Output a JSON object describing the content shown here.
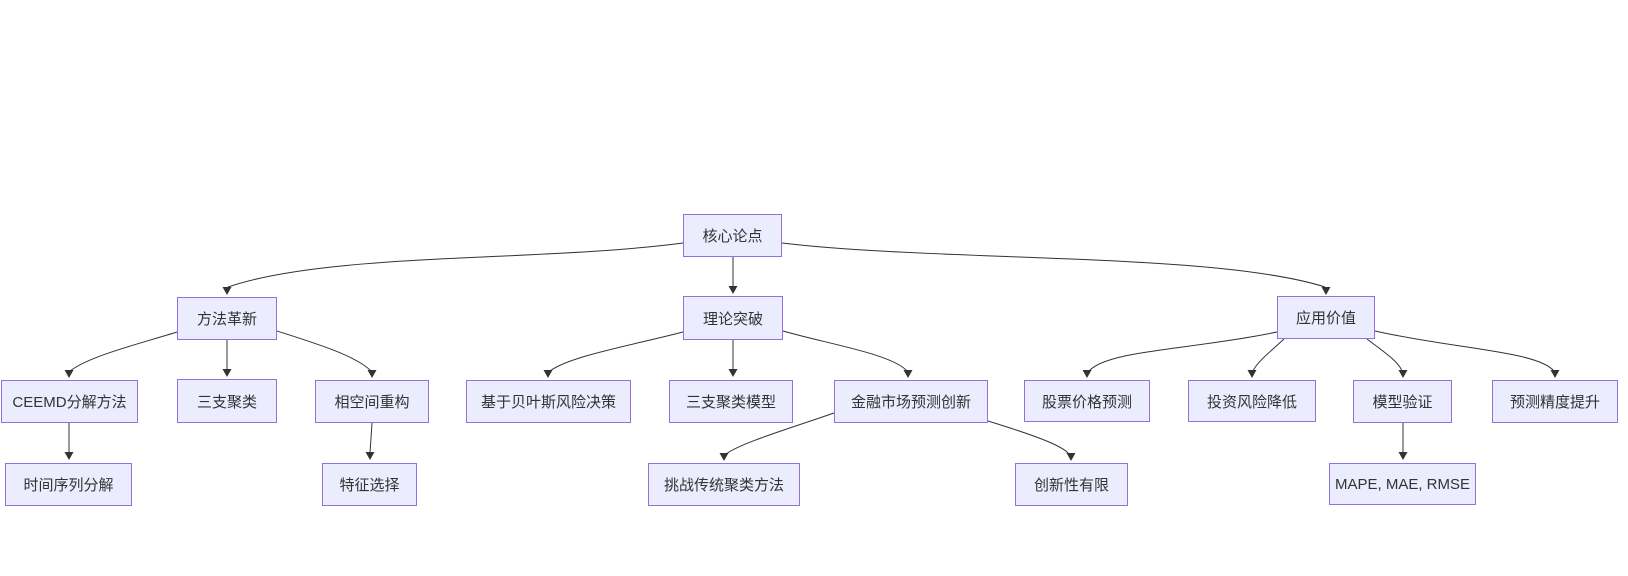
{
  "diagram": {
    "kind": "flowchart-top-down",
    "root": "核心论点",
    "nodes": {
      "core": {
        "label": "核心论点"
      },
      "method": {
        "label": "方法革新"
      },
      "theory": {
        "label": "理论突破"
      },
      "value": {
        "label": "应用价值"
      },
      "ceemd": {
        "label": "CEEMD分解方法"
      },
      "three_way": {
        "label": "三支聚类"
      },
      "phase": {
        "label": "相空间重构"
      },
      "bayes": {
        "label": "基于贝叶斯风险决策"
      },
      "twc_model": {
        "label": "三支聚类模型"
      },
      "finance": {
        "label": "金融市场预测创新"
      },
      "stock": {
        "label": "股票价格预测"
      },
      "invest": {
        "label": "投资风险降低"
      },
      "model_val": {
        "label": "模型验证"
      },
      "accuracy": {
        "label": "预测精度提升"
      },
      "ts_decomp": {
        "label": "时间序列分解"
      },
      "feature": {
        "label": "特征选择"
      },
      "challenge": {
        "label": "挑战传统聚类方法"
      },
      "limited": {
        "label": "创新性有限"
      },
      "metrics": {
        "label": "MAPE, MAE, RMSE"
      }
    },
    "edges": [
      {
        "from": "核心论点",
        "to": "方法革新"
      },
      {
        "from": "核心论点",
        "to": "理论突破"
      },
      {
        "from": "核心论点",
        "to": "应用价值"
      },
      {
        "from": "方法革新",
        "to": "CEEMD分解方法"
      },
      {
        "from": "方法革新",
        "to": "三支聚类"
      },
      {
        "from": "方法革新",
        "to": "相空间重构"
      },
      {
        "from": "理论突破",
        "to": "基于贝叶斯风险决策"
      },
      {
        "from": "理论突破",
        "to": "三支聚类模型"
      },
      {
        "from": "理论突破",
        "to": "金融市场预测创新"
      },
      {
        "from": "应用价值",
        "to": "股票价格预测"
      },
      {
        "from": "应用价值",
        "to": "投资风险降低"
      },
      {
        "from": "应用价值",
        "to": "模型验证"
      },
      {
        "from": "应用价值",
        "to": "预测精度提升"
      },
      {
        "from": "CEEMD分解方法",
        "to": "时间序列分解"
      },
      {
        "from": "相空间重构",
        "to": "特征选择"
      },
      {
        "from": "金融市场预测创新",
        "to": "挑战传统聚类方法"
      },
      {
        "from": "金融市场预测创新",
        "to": "创新性有限"
      },
      {
        "from": "模型验证",
        "to": "MAPE, MAE, RMSE"
      }
    ],
    "colors": {
      "node_fill": "#ECECFF",
      "node_border": "#9370DB",
      "node_text": "#333333",
      "edge": "#333333",
      "background": "#FFFFFF"
    }
  }
}
